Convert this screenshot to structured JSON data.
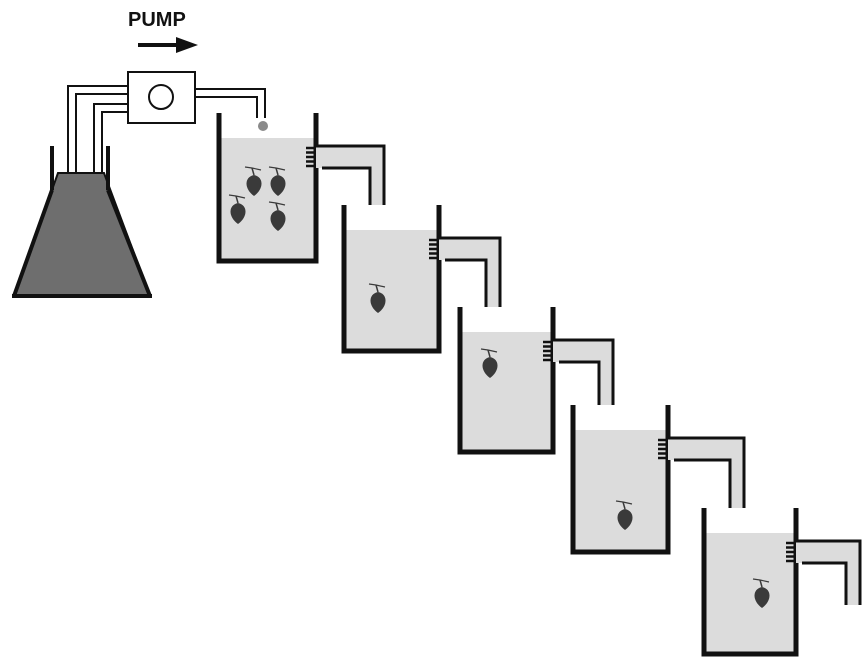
{
  "pump": {
    "label": "PUMP"
  },
  "colors": {
    "line": "#111111",
    "liquid": "#dcdcdc",
    "flask": "#6e6e6e",
    "organism": "#3a3a3a",
    "inlet_dot": "#8a8a8a",
    "background": "#ffffff"
  },
  "diagram": {
    "flask_count": 1,
    "tank_count": 5,
    "organisms_per_tank": [
      4,
      1,
      1,
      1,
      1
    ]
  }
}
